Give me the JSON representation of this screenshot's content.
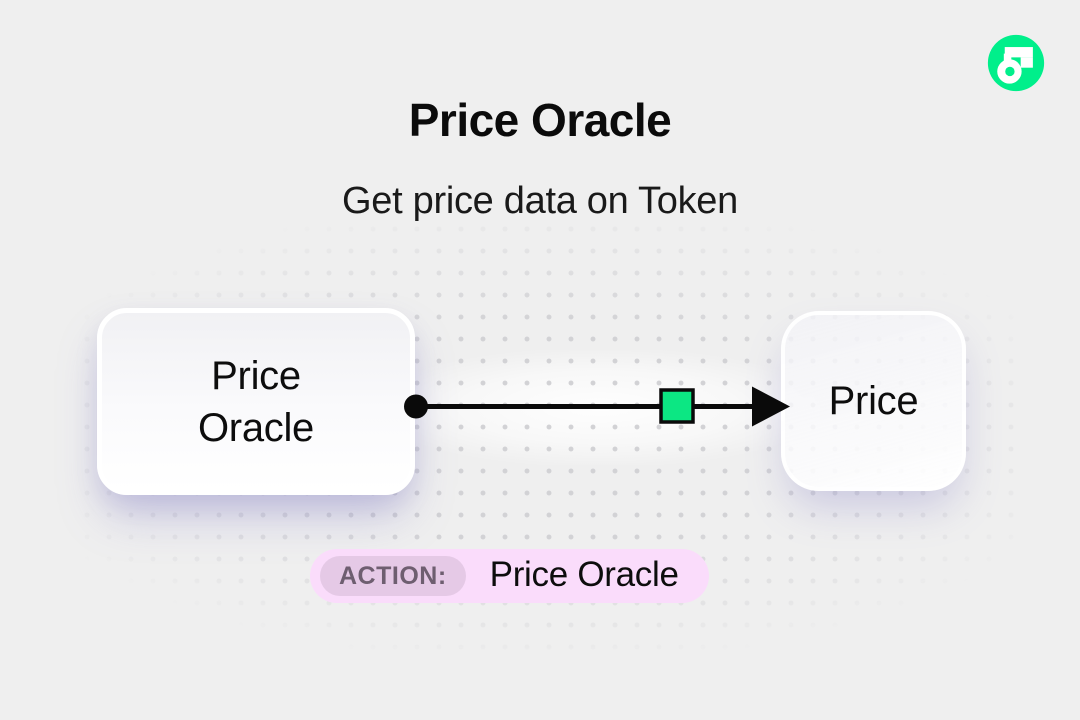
{
  "header": {
    "title": "Price Oracle",
    "subtitle": "Get price data on Token"
  },
  "logo": {
    "name": "flow-logo"
  },
  "diagram": {
    "source_node": {
      "label": "Price\nOracle"
    },
    "target_node": {
      "label": "Price"
    },
    "action": {
      "label": "ACTION:",
      "value": "Price Oracle"
    }
  },
  "colors": {
    "background": "#efefef",
    "brand_green": "#00ef8b",
    "connector_green": "#0ce783",
    "action_pill_bg": "#fadcfb",
    "action_badge_bg": "#e5c9e6",
    "action_badge_text": "#6e5e70"
  }
}
